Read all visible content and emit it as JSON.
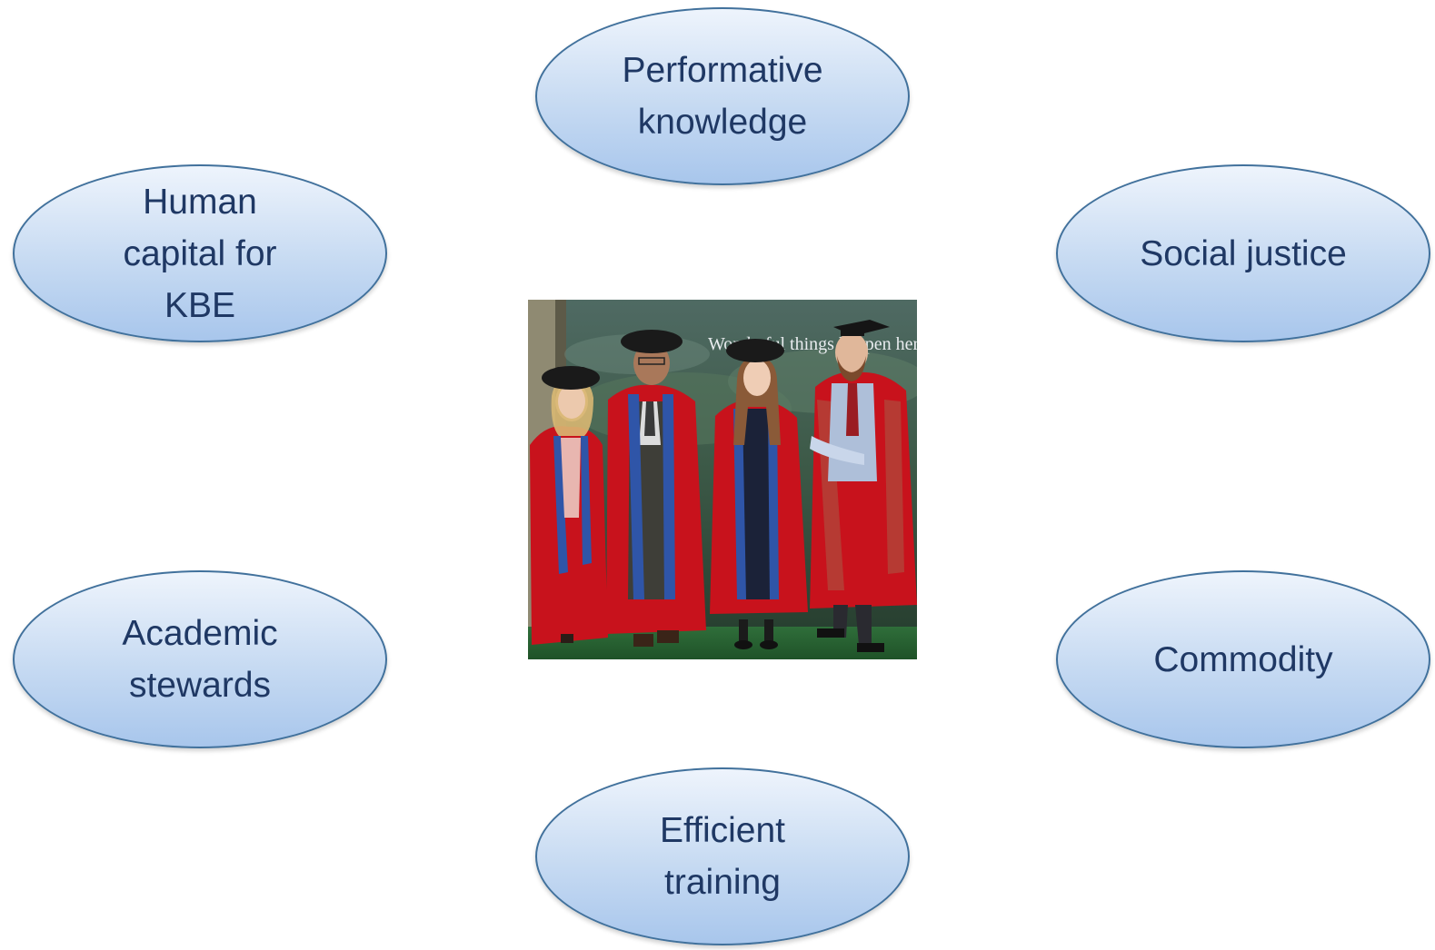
{
  "nodes": [
    {
      "id": "performative",
      "label": "Performative\nknowledge"
    },
    {
      "id": "human",
      "label": "Human\ncapital for\nKBE"
    },
    {
      "id": "social",
      "label": "Social justice"
    },
    {
      "id": "academic",
      "label": "Academic\nstewards"
    },
    {
      "id": "commodity",
      "label": "Commodity"
    },
    {
      "id": "efficient",
      "label": "Efficient\ntraining"
    }
  ],
  "photo": {
    "backdrop_text": "Wonderful things happen here"
  },
  "colors": {
    "bubble_border": "#41719c",
    "bubble_fill_top": "#eef4fc",
    "bubble_fill_bottom": "#a8c6ec",
    "label_text": "#1f3864",
    "gown_red": "#c8121c",
    "gown_facing_blue": "#2f55a8"
  }
}
